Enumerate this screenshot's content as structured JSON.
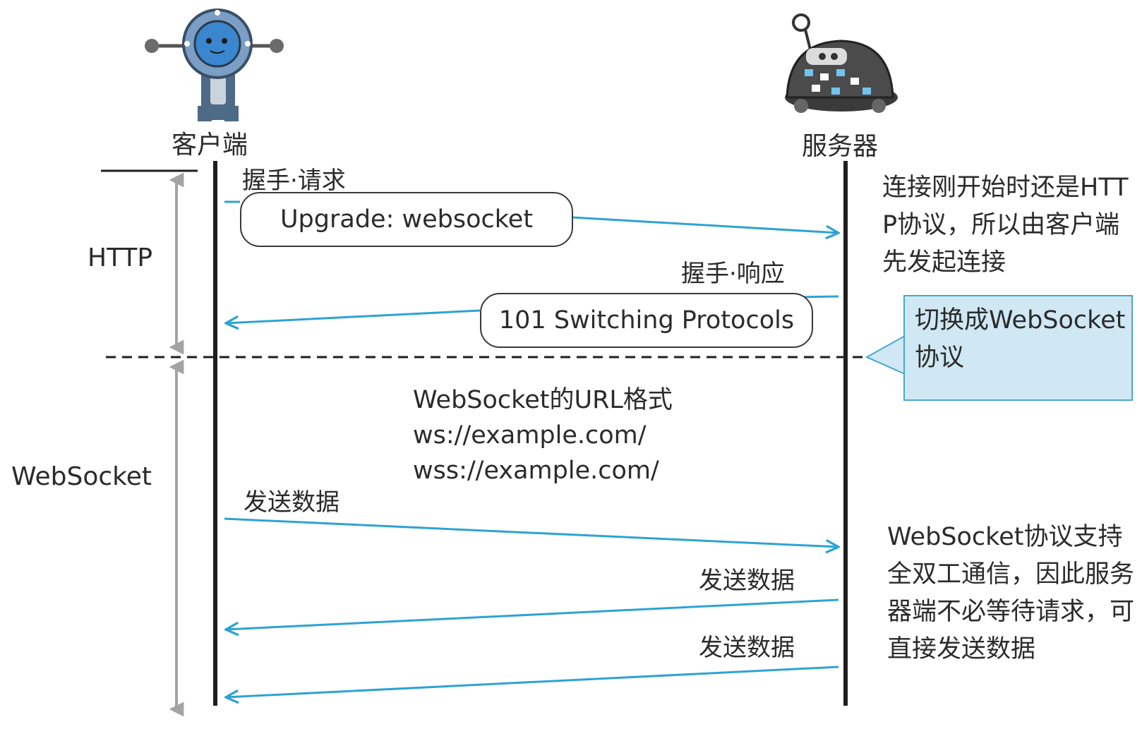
{
  "actors": {
    "client": "客户端",
    "server": "服务器"
  },
  "sections": {
    "http": "HTTP",
    "websocket": "WebSocket"
  },
  "messages": {
    "handshake_request_label": "握手·请求",
    "handshake_request_pill": "Upgrade: websocket",
    "handshake_response_label": "握手·响应",
    "handshake_response_pill": "101 Switching Protocols",
    "send_data_1": "发送数据",
    "send_data_2": "发送数据",
    "send_data_3": "发送数据"
  },
  "url_format": {
    "title": "WebSocket的URL格式",
    "ws": "ws://example.com/",
    "wss": "wss://example.com/"
  },
  "notes": {
    "http_note": "连接刚开始时还是HTTP协议，所以由客户端先发起连接",
    "switch_callout": "切换成WebSocket协议",
    "duplex_note": "WebSocket协议支持全双工通信，因此服务器端不必等待请求，可直接发送数据"
  },
  "colors": {
    "arrow": "#2ea3d3",
    "lifeline": "#1e1e1e",
    "section_arrow": "#a0a0a0",
    "callout_fill": "#cfe8f3",
    "callout_border": "#4aa8cf"
  }
}
